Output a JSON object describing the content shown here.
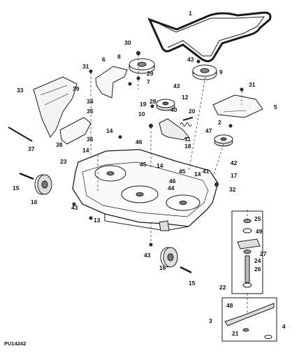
{
  "figure": {
    "code": "PU14242",
    "callouts": [
      "1",
      "2",
      "3",
      "4",
      "5",
      "6",
      "7",
      "8",
      "9",
      "10",
      "11",
      "12",
      "13",
      "14",
      "15",
      "16",
      "17",
      "18",
      "19",
      "20",
      "21",
      "22",
      "23",
      "24",
      "25",
      "26",
      "27",
      "28",
      "29",
      "30",
      "31",
      "32",
      "33",
      "34",
      "35",
      "36",
      "37",
      "38",
      "39",
      "40",
      "41",
      "42",
      "43",
      "44",
      "45",
      "46",
      "47",
      "48",
      "49"
    ]
  },
  "colors": {
    "ink": "#1a1a1a",
    "paper": "#ffffff",
    "shade": "#bdbdbd",
    "dark": "#555555"
  }
}
